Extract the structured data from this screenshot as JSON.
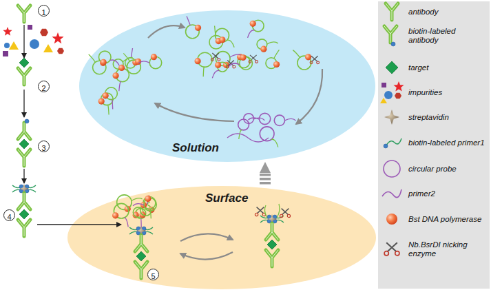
{
  "diagram": {
    "nodes": [
      {
        "text": [
          "Solution"
        ]
      },
      {
        "text": [
          "Surface"
        ]
      }
    ],
    "edges": [
      {
        "from": 1,
        "to": 0,
        "arrow": "to"
      }
    ],
    "labels": [
      "1",
      "2",
      "3",
      "4",
      "5"
    ],
    "legend": [
      {
        "text": "antibody"
      },
      {
        "text": "biotin-labeled antibody"
      },
      {
        "text": "target"
      },
      {
        "text": "impurities"
      },
      {
        "text": "streptavidin"
      },
      {
        "text": "biotin-labeled primer1"
      },
      {
        "text": "circular probe"
      },
      {
        "text": "primer2"
      },
      {
        "text": "Bst DNA polymerase"
      },
      {
        "text": "Nb.BsrDI nicking enzyme"
      }
    ]
  }
}
